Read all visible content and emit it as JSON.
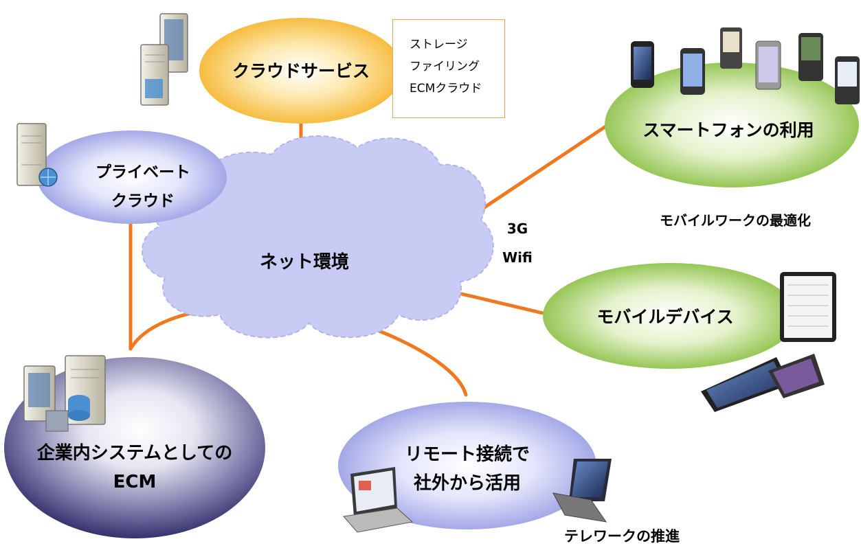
{
  "nodes": {
    "cloud_service": "クラウドサービス",
    "private_cloud_line1": "プライベート",
    "private_cloud_line2": "クラウド",
    "net": "ネット環境",
    "smartphone": "スマートフォンの利用",
    "mobile_device": "モバイルデバイス",
    "enterprise_line1": "企業内システムとしての",
    "enterprise_line2": "ECM",
    "remote_line1": "リモート接続で",
    "remote_line2": "社外から活用"
  },
  "cloud_services_box": [
    "ストレージ",
    "ファイリング",
    "ECMクラウド"
  ],
  "network_labels": [
    "3G",
    "Wifi"
  ],
  "annotations": {
    "mobile_work": "モバイルワークの最適化",
    "telework": "テレワークの推進"
  },
  "colors": {
    "connector": "#f07820",
    "cloud_service": "#f5b32a",
    "private_cloud": "#9aa0e8",
    "net_cloud": "#c8ccf5",
    "smartphone": "#8cc63f",
    "mobile_device": "#8cc63f",
    "enterprise": "#3b3878",
    "remote": "#9aa0e8"
  },
  "icons": [
    "server-icon",
    "smartphone-icon",
    "tablet-icon",
    "laptop-icon"
  ]
}
